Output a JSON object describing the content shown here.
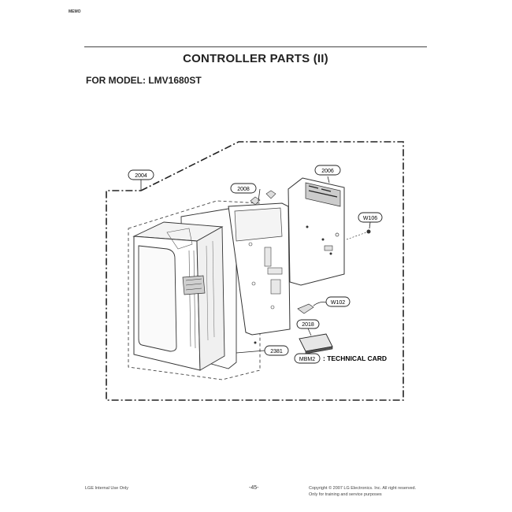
{
  "header": {
    "corner_mark": "MEMO",
    "title": "CONTROLLER PARTS (II)",
    "model_line": "FOR MODEL: LMV1680ST"
  },
  "callouts": {
    "c2004": "2004",
    "c2008": "2008",
    "c2006": "2006",
    "cW106": "W106",
    "cW102": "W102",
    "c2018": "2018",
    "c2381": "2381",
    "cMBM2": "MBM2",
    "technical_card": ": TECHNICAL CARD"
  },
  "footer": {
    "left": "LGE Internal Use Only",
    "page": "-45-",
    "copyright_line1": "Copyright © 2007 LG Electronics. Inc. All right reserved.",
    "copyright_line2": "Only for training and service purposes"
  }
}
